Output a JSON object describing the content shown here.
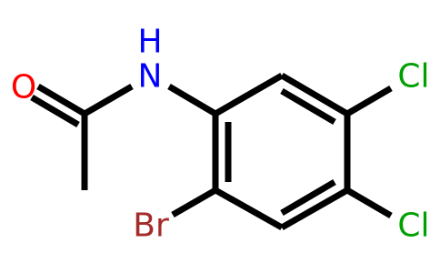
{
  "molecule": {
    "atoms": {
      "oxygen": {
        "label": "O",
        "color": "#ff0000"
      },
      "nitrogen": {
        "label": "N",
        "color": "#0000ff"
      },
      "hydrogen": {
        "label": "H",
        "color": "#0000ff"
      },
      "bromine": {
        "label": "Br",
        "color": "#a52a2a"
      },
      "chlorine_top": {
        "label": "Cl",
        "color": "#00a000"
      },
      "chlorine_bottom": {
        "label": "Cl",
        "color": "#00a000"
      }
    },
    "bond_color": "#000000"
  }
}
